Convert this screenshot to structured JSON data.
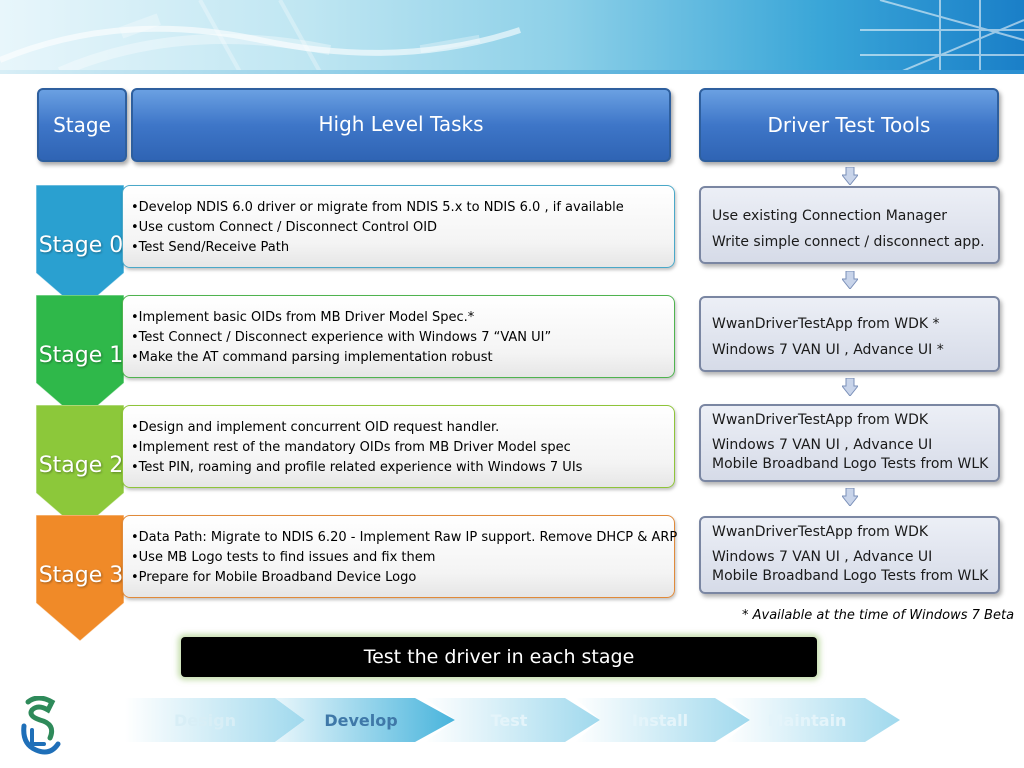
{
  "header": {
    "stage": "Stage",
    "tasks": "High Level Tasks",
    "tools": "Driver Test Tools"
  },
  "stages": [
    {
      "label": "Stage 0",
      "color": "#2aa0d0",
      "tasks": [
        "•Develop NDIS 6.0 driver  or migrate from NDIS 5.x to NDIS 6.0 , if available",
        "•Use custom Connect / Disconnect Control OID",
        "•Test Send/Receive Path"
      ],
      "tools": [
        "Use existing Connection Manager",
        "Write simple connect / disconnect app."
      ]
    },
    {
      "label": "Stage 1",
      "color": "#2fb84a",
      "tasks": [
        "•Implement basic OIDs from MB Driver Model Spec.*",
        "•Test Connect / Disconnect experience with Windows 7 “VAN UI”",
        "•Make the AT command parsing implementation robust"
      ],
      "tools": [
        "WwanDriverTestApp from WDK *",
        "Windows 7 VAN UI , Advance UI *"
      ]
    },
    {
      "label": "Stage 2",
      "color": "#8cc83a",
      "tasks": [
        "•Design and implement concurrent OID request handler.",
        "•Implement rest of the mandatory OIDs from MB Driver Model spec",
        "•Test PIN, roaming  and profile related experience with Windows 7 UIs"
      ],
      "tools": [
        "WwanDriverTestApp from WDK",
        "Windows 7 VAN UI , Advance UI",
        "Mobile Broadband Logo Tests from WLK"
      ]
    },
    {
      "label": "Stage 3",
      "color": "#f08a28",
      "tasks": [
        "•Data Path: Migrate to NDIS 6.20 - Implement Raw IP support. Remove DHCP & ARP",
        "•Use MB Logo tests to find issues and fix them",
        "•Prepare for Mobile Broadband Device Logo"
      ],
      "tools": [
        "WwanDriverTestApp from WDK",
        "Windows 7 VAN UI , Advance UI",
        "Mobile Broadband Logo Tests from WLK"
      ]
    }
  ],
  "footnote": "* Available at the time of Windows 7 Beta",
  "bottom_bar": "Test the driver in each stage",
  "process_steps": [
    "Design",
    "Develop",
    "Test",
    "Install",
    "Maintain"
  ]
}
